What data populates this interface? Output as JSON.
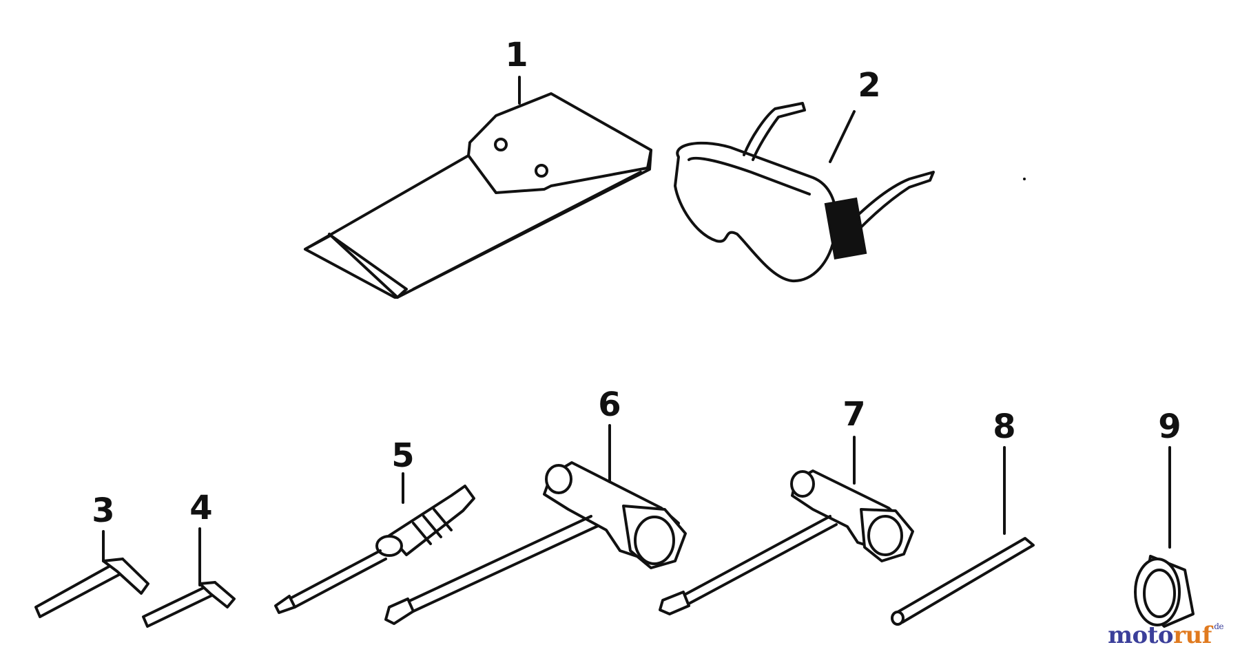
{
  "diagram": {
    "callouts": [
      {
        "id": "1",
        "label": "1"
      },
      {
        "id": "2",
        "label": "2"
      },
      {
        "id": "3",
        "label": "3"
      },
      {
        "id": "4",
        "label": "4"
      },
      {
        "id": "5",
        "label": "5"
      },
      {
        "id": "6",
        "label": "6"
      },
      {
        "id": "7",
        "label": "7"
      },
      {
        "id": "8",
        "label": "8"
      },
      {
        "id": "9",
        "label": "9"
      }
    ]
  },
  "watermark": {
    "part_a": "moto",
    "part_b": "ruf",
    "part_c": ".de"
  }
}
